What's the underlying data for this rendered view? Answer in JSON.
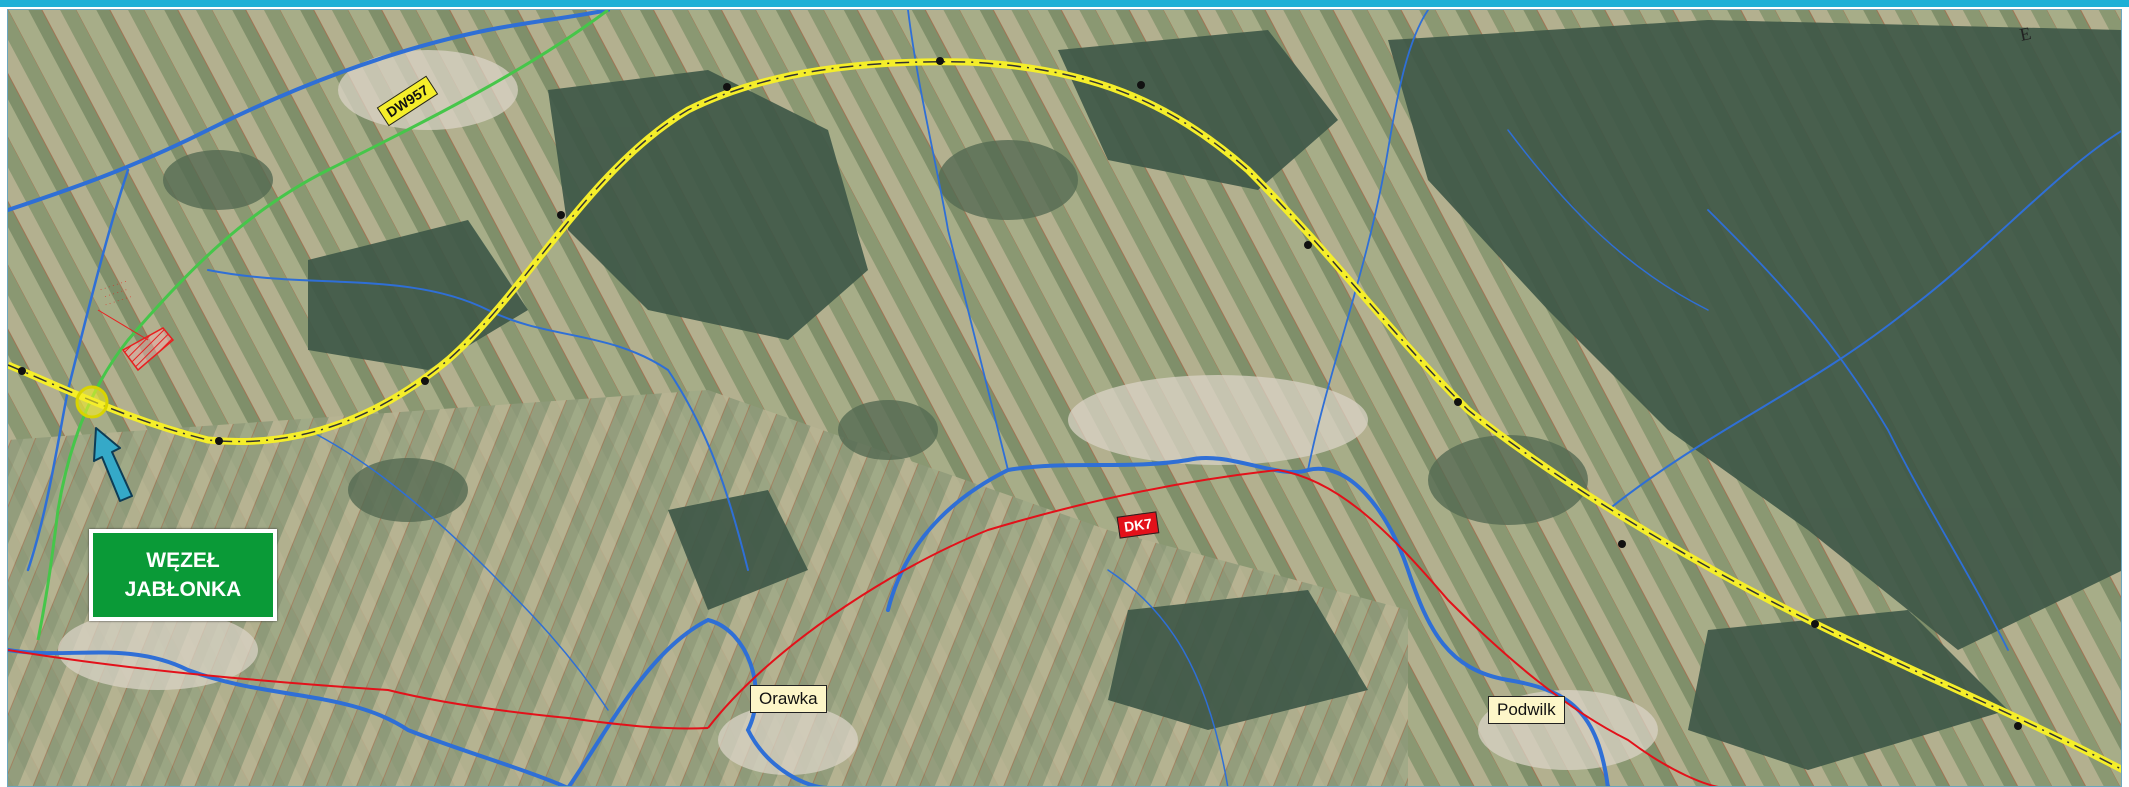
{
  "map": {
    "junction_label": [
      "WĘZEŁ",
      "JABŁONKA"
    ],
    "road_tags": {
      "dw957": "DW957",
      "dk7": "DK7"
    },
    "places": {
      "orawka": "Orawka",
      "podwilk": "Podwilk"
    },
    "compass_mark": "E",
    "colors": {
      "frame_accent": "#1eb0d6",
      "road_dk7": "#e3111a",
      "road_dw957": "#46c64a",
      "planned_route": "#f5ee2a",
      "rivers": "#2f6fd6",
      "junction_box": "#0a9a37",
      "arrow": "#35a9c8",
      "reserve_hatch": "#e82020"
    },
    "icons": [
      "junction-arrow-icon",
      "junction-circle-icon",
      "reserve-hatch-icon",
      "chainage-marker-icon"
    ]
  }
}
